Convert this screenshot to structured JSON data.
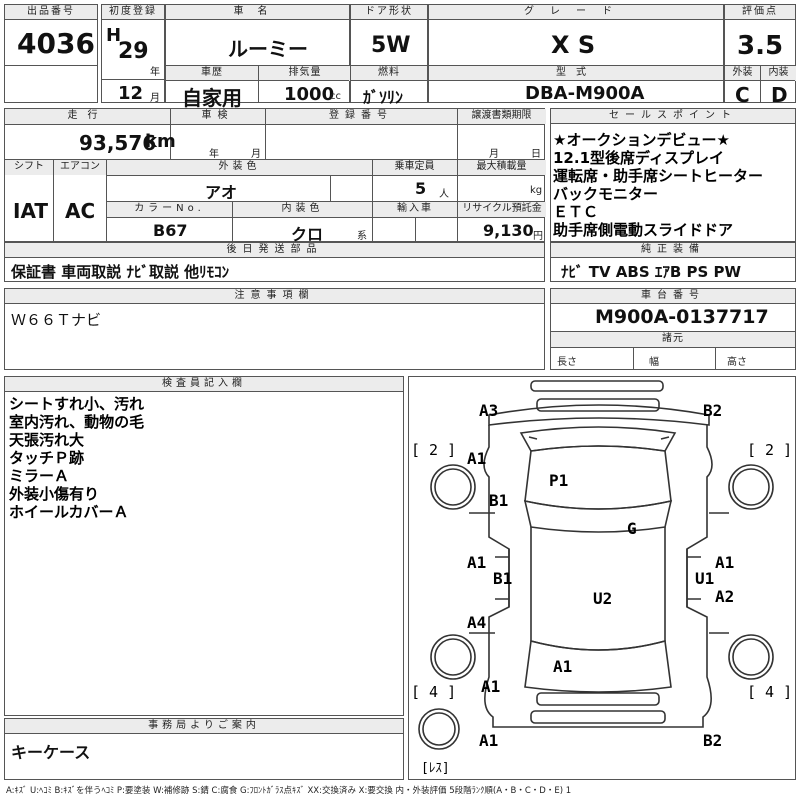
{
  "header": {
    "lot_label": "出品番号",
    "lot": "4036",
    "first_reg_label": "初度登録",
    "era": "H",
    "year": "29",
    "year_unit": "年",
    "month": "12",
    "month_unit": "月",
    "car_name_label": "車名",
    "car_name": "ルーミー",
    "door_label": "ドア形状",
    "door": "5W",
    "grade_label": "グレード",
    "grade": "X S",
    "score_label": "評価点",
    "score": "3.5",
    "history_label": "車歴",
    "history": "自家用",
    "displacement_label": "排気量",
    "displacement": "1000",
    "displacement_unit": "cc",
    "fuel_label": "燃料",
    "fuel": "ｶﾞｿﾘﾝ",
    "model_label": "型式",
    "model": "DBA-M900A",
    "exterior_label": "外装",
    "exterior": "C",
    "interior_label": "内装",
    "interior": "D"
  },
  "row2": {
    "mileage_label": "走行",
    "mileage": "93,576",
    "mileage_unit": "km",
    "inspection_label": "車検",
    "insp_year": "年",
    "insp_month": "月",
    "plate_label": "登録番号",
    "transfer_label": "譲渡書類期限",
    "transfer_month": "月",
    "transfer_day": "日",
    "shift_label": "シフト",
    "shift": "IAT",
    "ac_label": "エアコン",
    "ac": "AC",
    "color_label": "外装色",
    "color": "アオ",
    "capacity_label": "乗車定員",
    "capacity": "5",
    "capacity_unit": "人",
    "load_label": "最大積載量",
    "load_unit": "kg",
    "color_no_label": "カラーNo.",
    "color_no": "B67",
    "int_color_label": "内装色",
    "int_color": "クロ",
    "int_color_unit": "系",
    "import_label": "輸入車",
    "recycle_label": "リサイクル預託金",
    "recycle": "9,130",
    "recycle_unit": "円"
  },
  "sales_points": {
    "label": "セールスポイント",
    "items": [
      "★オークションデビュー★",
      "12.1型後席ディスプレイ",
      "運転席・助手席シートヒーター",
      "バックモニター",
      "ＥＴＣ",
      "助手席側電動スライドドア"
    ]
  },
  "later_parts": {
    "label": "後日発送部品",
    "value": "保証書 車両取説 ﾅﾋﾞ取説 他ﾘﾓｺﾝ"
  },
  "equipment": {
    "label": "純正装備",
    "value": "ﾅﾋﾞ TV ABS ｴｱB PS PW"
  },
  "notes": {
    "label": "注意事項欄",
    "value": "Ｗ６６Ｔナビ"
  },
  "chassis": {
    "label": "車台番号",
    "value": "M900A-0137717"
  },
  "specs": {
    "label": "諸元",
    "length": "長さ",
    "width": "幅",
    "height": "高さ"
  },
  "inspector": {
    "label": "検査員記入欄",
    "items": [
      "シートすれ小、汚れ",
      "室内汚れ、動物の毛",
      "天張汚れ大",
      "タッチＰ跡",
      "ミラーＡ",
      "外装小傷有り",
      "ホイールカバーＡ"
    ]
  },
  "office": {
    "label": "事務局よりご案内",
    "value": "キーケース"
  },
  "diagram": {
    "labels": {
      "a3": "A3",
      "b2_top": "B2",
      "a1_fl": "A1",
      "b1_fl": "B1",
      "p1": "P1",
      "g": "G",
      "a1_ld": "A1",
      "b1_ld": "B1",
      "a1_rd": "A1",
      "u1": "U1",
      "a2": "A2",
      "u2": "U2",
      "a4": "A4",
      "a1_rear": "A1",
      "a1_rl": "A1",
      "a1_bl": "A1",
      "b2_bottom": "B2"
    },
    "tires": {
      "fl": "[ 2 ]",
      "fr": "[ 2 ]",
      "rl": "[ 4 ]",
      "rr": "[ 4 ]",
      "spare": "[ﾚｽ]"
    }
  },
  "legend": "A:ｷｽﾞ U:ﾍｺﾐ B:ｷｽﾞを伴うﾍｺﾐ P:要塗装 W:補修跡 S:錆 C:腐食 G:ﾌﾛﾝﾄｶﾞﾗｽ点ｷｽﾞ XX:交換済み X:要交換 内・外装評価 5段階ﾗﾝｸ順(A・B・C・D・E) 1"
}
